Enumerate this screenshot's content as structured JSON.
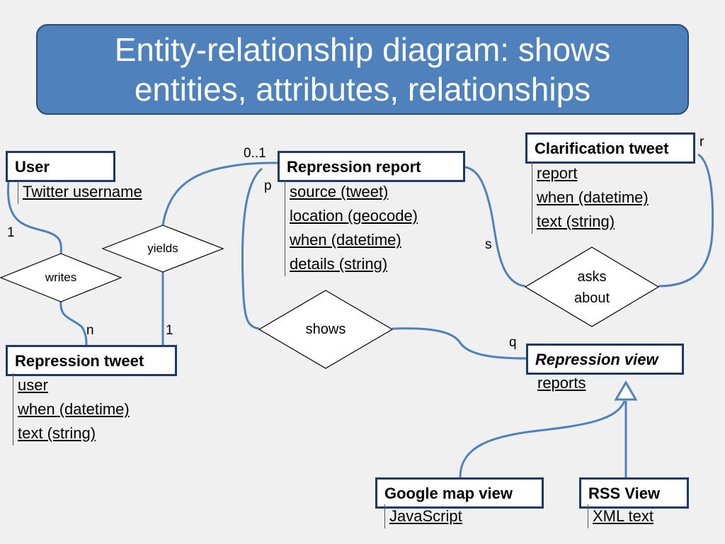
{
  "title": {
    "line1": "Entity-relationship diagram: shows",
    "line2": "entities, attributes, relationships"
  },
  "entities": {
    "user": {
      "name": "User",
      "attributes": [
        "Twitter username"
      ]
    },
    "repression_tweet": {
      "name": "Repression tweet",
      "attributes": [
        "user",
        "when (datetime)",
        "text (string)"
      ]
    },
    "repression_report": {
      "name": "Repression report",
      "attributes": [
        "source (tweet)",
        "location (geocode)",
        "when (datetime)",
        "details (string)"
      ]
    },
    "clarification_tweet": {
      "name": "Clarification tweet",
      "attributes": [
        "report",
        "when (datetime)",
        "text (string)"
      ]
    },
    "repression_view": {
      "name": "Repression view",
      "attributes": [
        "reports"
      ]
    },
    "google_map_view": {
      "name": "Google map view",
      "attributes": [
        "JavaScript"
      ]
    },
    "rss_view": {
      "name": "RSS View",
      "attributes": [
        "XML text"
      ]
    }
  },
  "relationships": {
    "writes": {
      "label": "writes"
    },
    "yields": {
      "label": "yields"
    },
    "shows": {
      "label": "shows"
    },
    "asks_about": {
      "line1": "asks",
      "line2": "about"
    }
  },
  "cardinalities": {
    "user_writes": "1",
    "writes_tweet": "n",
    "yields_tweet": "1",
    "yields_report": "0..1",
    "report_shows": "p",
    "report_asks": "s",
    "clarification_asks": "r",
    "shows_view": "q"
  },
  "colors": {
    "title_fill": "#4f81bd",
    "title_border": "#2c4a73",
    "entity_border": "#1f3864",
    "connector": "#4f81bd",
    "background": "#f0f0f0"
  }
}
